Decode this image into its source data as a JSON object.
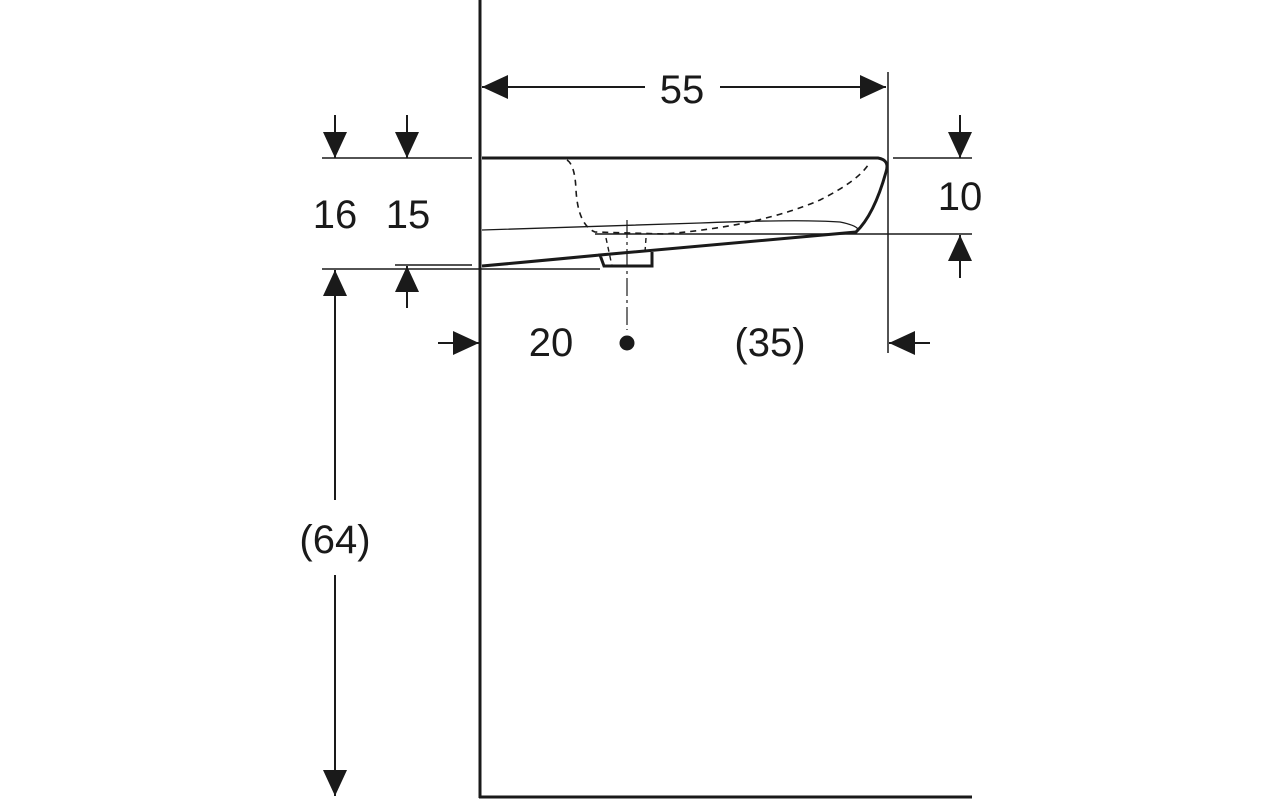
{
  "title": "Washbasin side view dimension drawing",
  "dimensions": {
    "width": "55",
    "height_total": "16",
    "height_body": "15",
    "rim_depth": "10",
    "drain_offset": "20",
    "front_offset": "(35)",
    "mount_height": "(64)"
  },
  "colors": {
    "line": "#1a1a1a",
    "background": "#ffffff"
  }
}
